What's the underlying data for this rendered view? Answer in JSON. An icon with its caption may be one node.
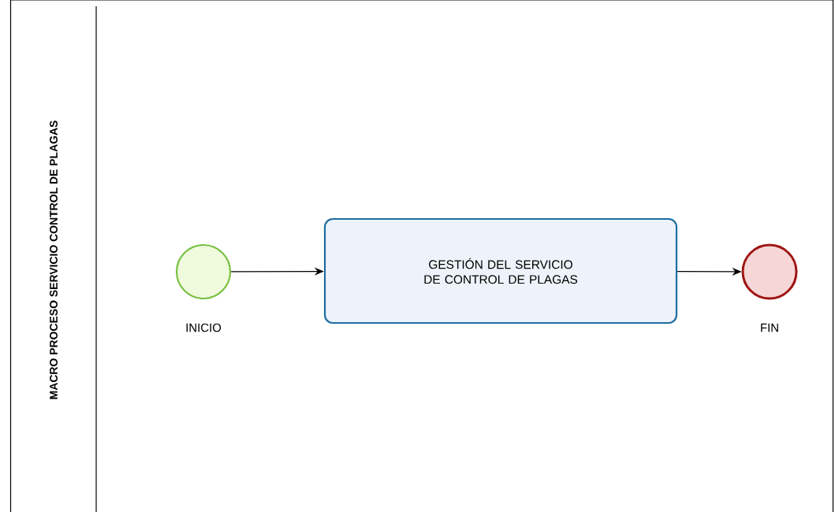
{
  "diagram": {
    "nodes": [
      {
        "text": [
          "MACRO PROCESO SERVICIO CONTROL DE PLAGAS"
        ]
      },
      {
        "text": [],
        "shape": "circle",
        "beside": [
          "INICIO"
        ],
        "in": 0
      },
      {
        "text": [
          "GESTIÓN DEL SERVICIO DE CONTROL DE PLAGAS"
        ],
        "in": 0
      },
      {
        "text": [],
        "shape": "circle",
        "beside": [
          "FIN"
        ],
        "in": 0
      }
    ],
    "edges": [
      {
        "from": 1,
        "to": 2,
        "arrow": "to"
      },
      {
        "from": 2,
        "to": 3,
        "arrow": "to"
      }
    ]
  }
}
